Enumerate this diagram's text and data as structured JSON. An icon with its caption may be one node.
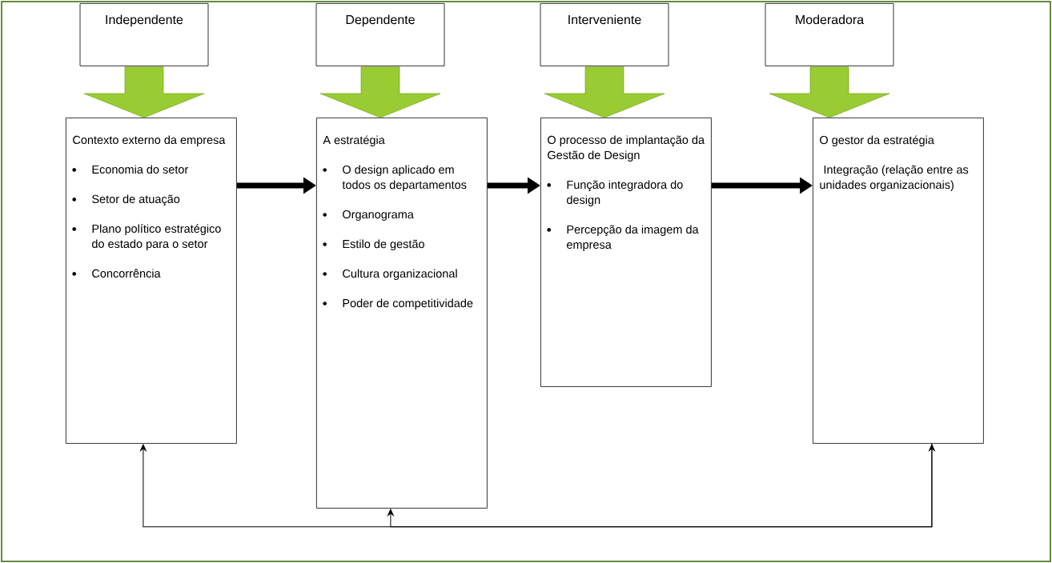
{
  "diagram": {
    "nodes": [
      {
        "text": [
          "Independente"
        ]
      },
      {
        "text": [
          "Dependente"
        ]
      },
      {
        "text": [
          "Interveniente"
        ]
      },
      {
        "text": [
          "Moderadora"
        ]
      },
      {
        "text": [
          "Contexto externo da empresa",
          "Economia do setor",
          "Setor de atuação",
          "Plano político estratégico do estado para o setor",
          "Concorrência"
        ]
      },
      {
        "text": [
          "A estratégia",
          "O design aplicado em todos os departamentos",
          "Organograma",
          "Estilo de gestão",
          "Cultura organizacional",
          "Poder de competitividade"
        ]
      },
      {
        "text": [
          "O processo de implantação da Gestão de Design",
          "Função integradora do design",
          "Percepção da imagem da empresa"
        ]
      },
      {
        "text": [
          "O gestor da estratégia",
          "Integração (relação entre as unidades organizacionais)"
        ]
      }
    ],
    "edges": [
      {
        "from": 0,
        "to": 4,
        "arrow": "to",
        "color": "#99cc33"
      },
      {
        "from": 1,
        "to": 5,
        "arrow": "to",
        "color": "#99cc33"
      },
      {
        "from": 2,
        "to": 6,
        "arrow": "to",
        "color": "#99cc33"
      },
      {
        "from": 3,
        "to": 7,
        "arrow": "to",
        "color": "#99cc33"
      },
      {
        "from": 4,
        "to": 5,
        "arrow": "to",
        "color": "#000000"
      },
      {
        "from": 5,
        "to": 6,
        "arrow": "to",
        "color": "#000000"
      },
      {
        "from": 6,
        "to": 7,
        "arrow": "to",
        "color": "#000000"
      },
      {
        "from": 4,
        "to": 7,
        "arrow": "both"
      },
      {
        "from": 7,
        "to": 5,
        "arrow": "to"
      }
    ]
  }
}
